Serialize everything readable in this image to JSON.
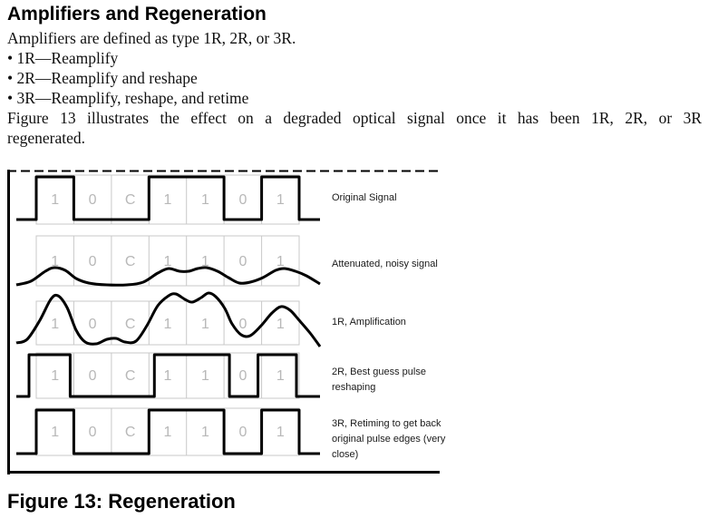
{
  "doc": {
    "heading": "Amplifiers and Regeneration",
    "intro": "Amplifiers are defined as type 1R, 2R, or 3R.",
    "bullets": [
      "• 1R—Reamplify",
      "• 2R—Reamplify and reshape",
      "• 3R—Reamplify, reshape, and retime"
    ],
    "figure_intro_line1": "Figure 13 illustrates the effect on a degraded optical signal once it has been 1R, 2R, or 3R",
    "figure_intro_line2": "regenerated.",
    "caption": "Figure 13: Regeneration"
  },
  "figure": {
    "bits": [
      "1",
      "0",
      "C",
      "1",
      "1",
      "0",
      "1"
    ],
    "bit_values": [
      1,
      0,
      0,
      1,
      1,
      0,
      1
    ],
    "grid_color": "#c8c8c8",
    "bit_color": "#b8b8b8",
    "wave_color": "#000000",
    "rows": [
      {
        "label": "Original Signal",
        "label_lines": [
          "Original Signal"
        ],
        "type": "square"
      },
      {
        "label": "Attenuated, noisy signal",
        "label_lines": [
          "Attenuated, noisy signal"
        ],
        "type": "noisy"
      },
      {
        "label": "1R, Amplification",
        "label_lines": [
          "1R, Amplification"
        ],
        "type": "amplified"
      },
      {
        "label": "2R, Best guess pulse reshaping",
        "label_lines": [
          "2R, Best guess pulse",
          "reshaping"
        ],
        "type": "square_guess"
      },
      {
        "label": "3R, Retiming to get back original pulse edges (very close)",
        "label_lines": [
          "3R, Retiming to get back",
          "original pulse edges (very",
          "close)"
        ],
        "type": "square"
      }
    ]
  }
}
